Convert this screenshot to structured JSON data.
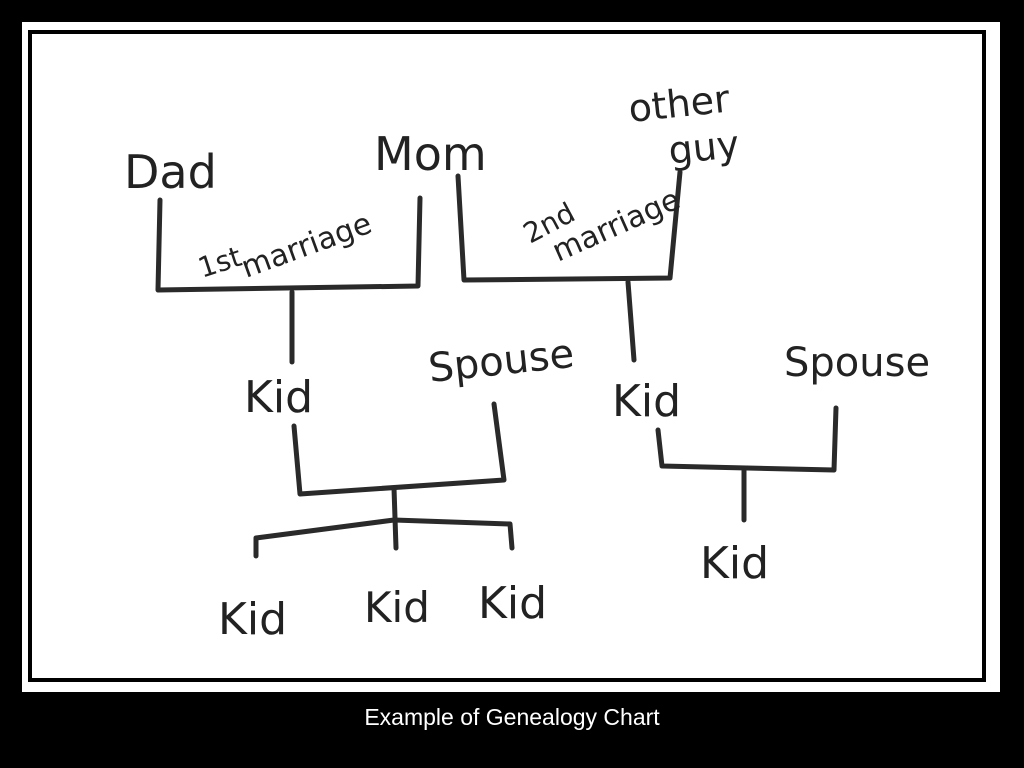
{
  "caption": "Example of Genealogy Chart",
  "diagram": {
    "dad": "Dad",
    "mom": "Mom",
    "other_guy_line1": "other",
    "other_guy_line2": "guy",
    "first_marriage_num": "1st",
    "first_marriage_word": "marriage",
    "second_marriage_num": "2nd",
    "second_marriage_word": "marriage",
    "kid_first_marriage": "Kid",
    "spouse_left": "Spouse",
    "kid_second_marriage": "Kid",
    "spouse_right": "Spouse",
    "grandkid_1": "Kid",
    "grandkid_2": "Kid",
    "grandkid_3": "Kid",
    "grandkid_4": "Kid"
  },
  "colors": {
    "background": "#000000",
    "panel": "#ffffff",
    "ink": "#222222",
    "caption": "#ffffff"
  }
}
